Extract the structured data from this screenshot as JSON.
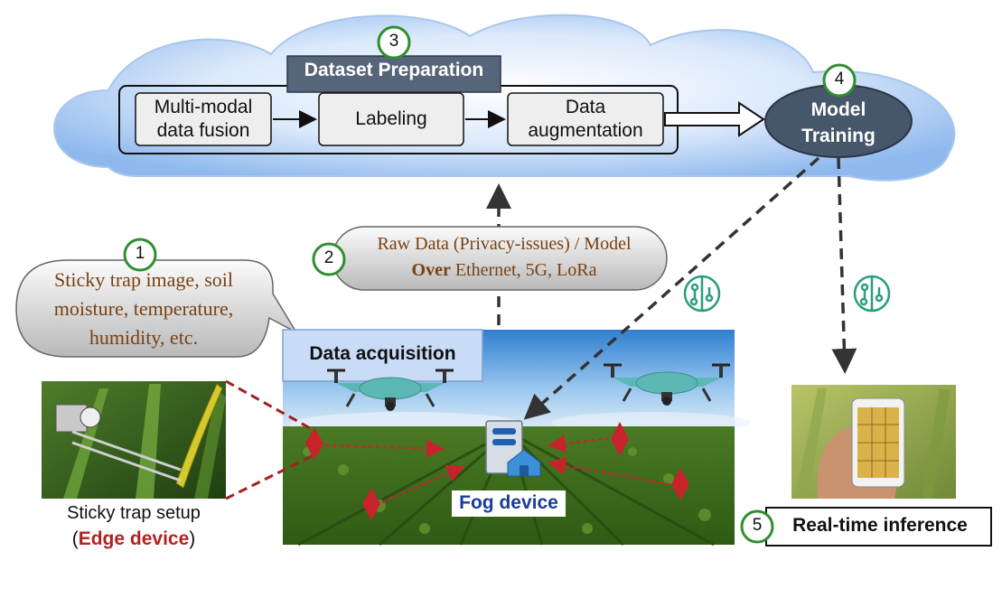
{
  "cloud": {
    "dataset_title": "Dataset Preparation",
    "steps": [
      {
        "line1": "Multi-modal",
        "line2": "data fusion"
      },
      {
        "line1": "Labeling",
        "line2": ""
      },
      {
        "line1": "Data",
        "line2": "augmentation"
      }
    ],
    "model_line1": "Model",
    "model_line2": "Training"
  },
  "badges": [
    "1",
    "2",
    "3",
    "4",
    "5"
  ],
  "sensor_bubble": {
    "line1": "Sticky trap image, soil",
    "line2": "moisture, temperature,",
    "line3": "humidity, etc."
  },
  "raw_bubble": {
    "line1": "Raw Data (Privacy-issues) / Model",
    "line2_bold": "Over",
    "line2_rest": " Ethernet, 5G, LoRa"
  },
  "data_acquisition": "Data acquisition",
  "fog_device": "Fog device",
  "edge": {
    "caption": "Sticky trap setup",
    "open": "(",
    "device": "Edge device",
    "close": ")"
  },
  "inference": "Real-time inference",
  "colors": {
    "cloud_fill": "#d7e7fb",
    "model_fill": "#46566b",
    "title_fill": "#56657a",
    "bubble_text": "#7a4112",
    "edge_red": "#b22222",
    "fog_blue": "#1a3c9c",
    "badge_green": "#2f8f2f",
    "ai_icon": "#2a9d7c"
  }
}
